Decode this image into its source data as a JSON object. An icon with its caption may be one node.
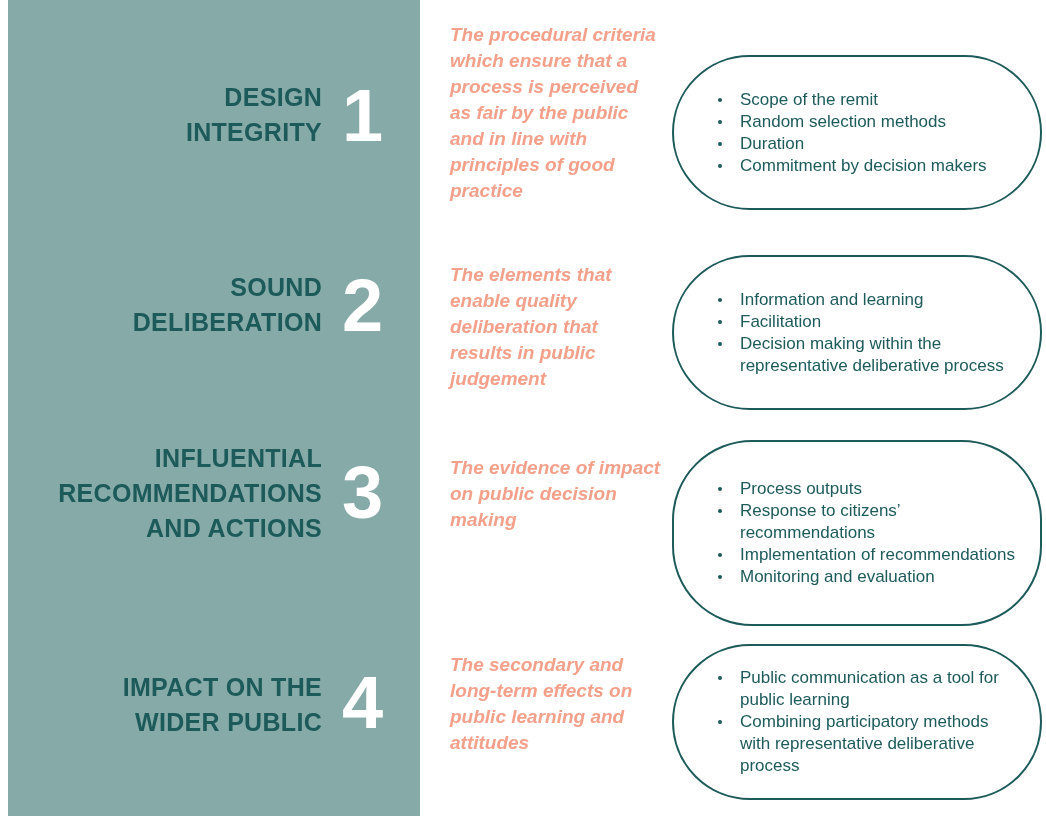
{
  "diagram": {
    "nodes": [
      {
        "text": [
          "Scope of the remit",
          "Random selection methods",
          "Duration",
          "Commitment by decision makers"
        ],
        "beside": [
          "The procedural criteria which ensure that a process is perceived as fair by the public and in line with principles of good practice"
        ]
      },
      {
        "text": [
          "Information and learning",
          "Facilitation",
          "Decision making within the representative deliberative process"
        ],
        "beside": [
          "The elements that enable quality deliberation that results in public judgement"
        ]
      },
      {
        "text": [
          "Process outputs",
          "Response to citizens’ recommendations",
          "Implementation of recommendations",
          "Monitoring and evaluation"
        ],
        "beside": [
          "The evidence of impact on public decision making"
        ]
      },
      {
        "text": [
          "Public communication as a tool for public learning",
          "Combining participatory methods with representative deliberative process"
        ],
        "beside": [
          "The secondary and long-term effects on public learning and attitudes"
        ]
      }
    ],
    "labels": [
      "DESIGN INTEGRITY",
      "1",
      "SOUND DELIBERATION",
      "2",
      "INFLUENTIAL RECOMMENDATIONS AND ACTIONS",
      "3",
      "IMPACT ON THE WIDER PUBLIC",
      "4"
    ]
  }
}
